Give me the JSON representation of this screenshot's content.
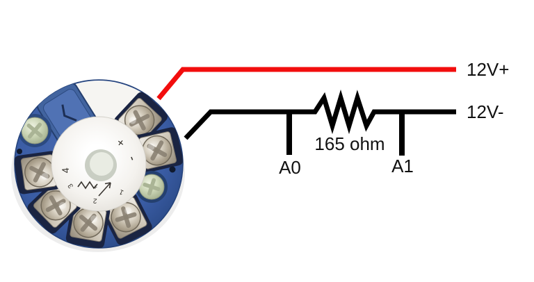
{
  "diagram": {
    "labels": {
      "supply_positive": "12V+",
      "supply_negative": "12V-",
      "resistor_value": "165 ohm",
      "tap_left": "A0",
      "tap_right": "A1"
    },
    "wires": {
      "positive_color": "#f20d0d",
      "negative_color": "#000000"
    },
    "device": {
      "type": "temperature-transmitter-terminal-head",
      "markings": {
        "plus": "+",
        "minus": "-",
        "terminal_4": "4",
        "terminal_3": "3",
        "terminal_2": "2",
        "terminal_1": "1"
      }
    }
  }
}
